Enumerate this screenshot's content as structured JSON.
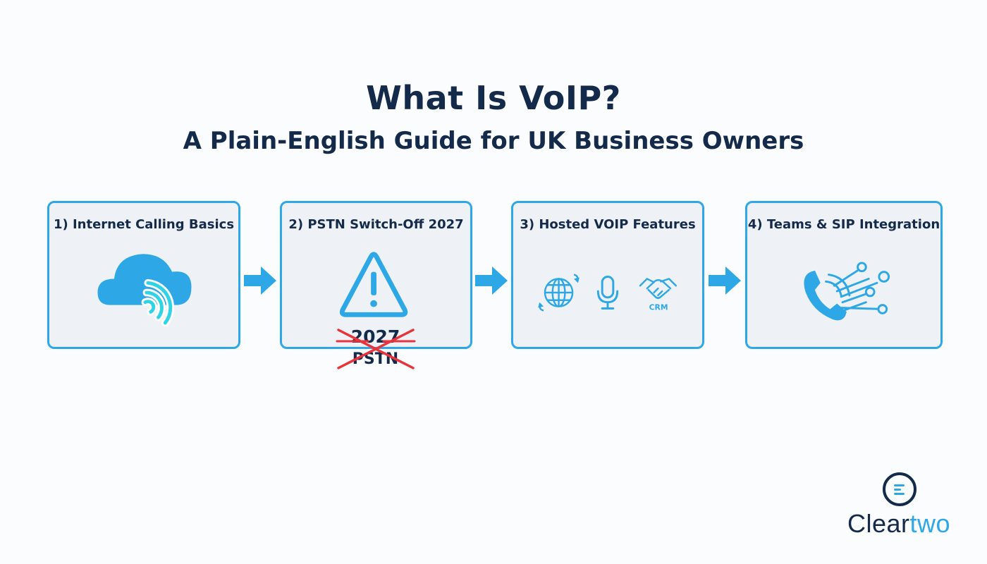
{
  "title": "What Is VoIP?",
  "subtitle": "A Plain-English Guide for UK Business Owners",
  "steps": [
    {
      "label": "1) Internet Calling Basics",
      "icon": "cloud-signal-icon"
    },
    {
      "label": "2) PSTN Switch-Off 2027",
      "icon": "warning-triangle-icon"
    },
    {
      "label": "3) Hosted VOIP Features",
      "icon": "globe-mic-handshake-icons",
      "crm_label": "CRM"
    },
    {
      "label": "4) Teams & SIP Integration",
      "icon": "phone-network-icon"
    }
  ],
  "pstn_note": {
    "year": "2027",
    "word": "PSTN"
  },
  "brand": {
    "name": "Cleartwo",
    "name_part1": "Clear",
    "name_part2": "two"
  },
  "colors": {
    "accent": "#2ea7e6",
    "navy": "#132a4a",
    "box_fill": "#eef2f6",
    "cross": "#e8333b",
    "background": "#fbfcfd"
  }
}
